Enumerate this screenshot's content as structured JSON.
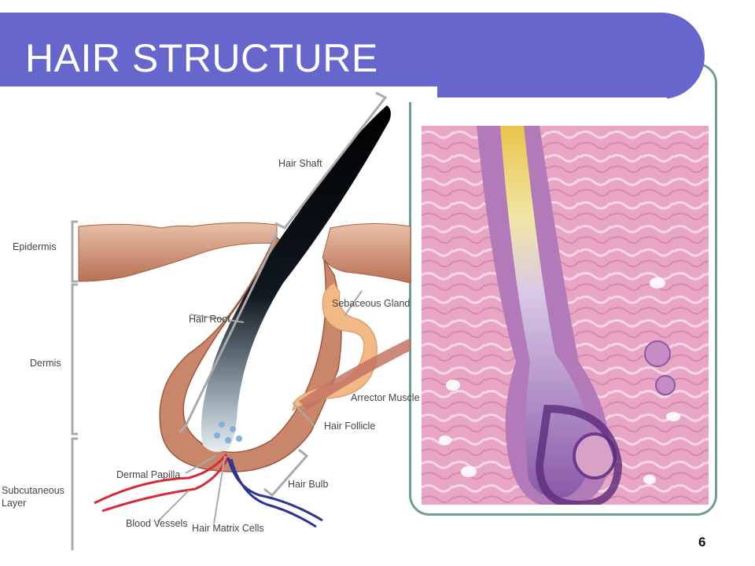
{
  "slide": {
    "title": "HAIR STRUCTURE",
    "page_number": "6"
  },
  "diagram": {
    "labels": {
      "epidermis": "Epidermis",
      "dermis": "Dermis",
      "subcutaneous_1": "Subcutaneous",
      "subcutaneous_2": "Layer",
      "hair_shaft": "Hair Shaft",
      "hair_root": "Hair Root",
      "sebaceous_gland": "Sebaceous Gland",
      "arrector_muscle": "Arrector Muscle",
      "hair_follicle": "Hair Follicle",
      "dermal_papilla": "Dermal Papilla",
      "hair_bulb": "Hair Bulb",
      "blood_vessels": "Blood Vessels",
      "hair_matrix_cells": "Hair Matrix Cells"
    }
  },
  "colors": {
    "title_bar": "#6666cc",
    "frame_border": "#6f9c94",
    "skin": "#c98a6c",
    "tissue_pink": "#e7a7c2",
    "follicle_purple": "#6a3b8c"
  }
}
